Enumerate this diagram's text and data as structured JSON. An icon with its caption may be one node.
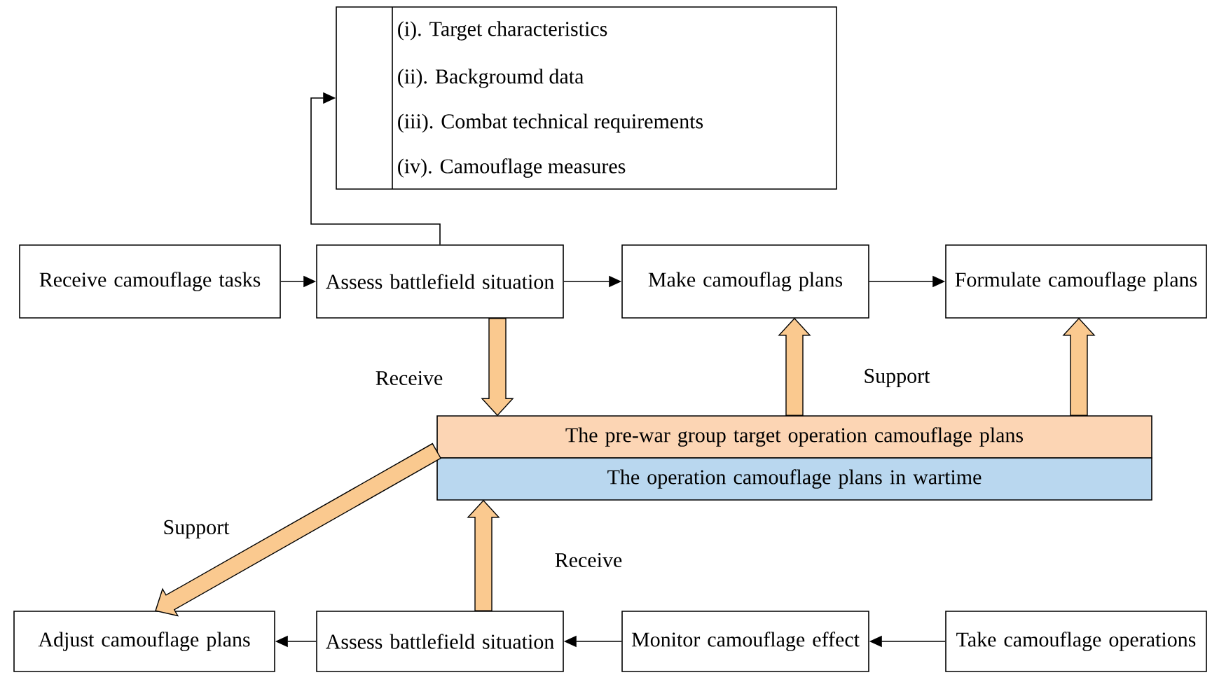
{
  "diagram": {
    "nodes": [
      {
        "text": [
          "(i). Target characteristics",
          "(ii). Backgroumd data",
          "(iii). Combat technical requirements",
          "(iv). Camouflage measures"
        ]
      },
      {
        "text": [
          "Receive camouflage tasks"
        ]
      },
      {
        "text": [
          "Assess battlefield situation"
        ]
      },
      {
        "text": [
          "Make camouflag plans"
        ]
      },
      {
        "text": [
          "Formulate camouflage plans"
        ]
      },
      {
        "text": [
          "The pre-war group target operation camouflage plans"
        ]
      },
      {
        "text": [
          "The operation camouflage plans in wartime"
        ]
      },
      {
        "text": [
          "Adjust camouflage plans"
        ]
      },
      {
        "text": [
          "Assess battlefield situation"
        ]
      },
      {
        "text": [
          "Monitor camouflage effect"
        ]
      },
      {
        "text": [
          "Take camouflage operations"
        ]
      }
    ],
    "edges": [
      {
        "from": 1,
        "to": 2,
        "arrow": "to"
      },
      {
        "from": 2,
        "to": 3,
        "arrow": "to"
      },
      {
        "from": 3,
        "to": 4,
        "arrow": "to"
      },
      {
        "from": 2,
        "to": 0,
        "arrow": "to"
      },
      {
        "from": 2,
        "to": 5,
        "arrow": "to",
        "label": "Receive",
        "style": "thick",
        "color": "#fac98f"
      },
      {
        "from": 5,
        "to": 3,
        "arrow": "to",
        "label": "Support",
        "style": "thick",
        "color": "#fac98f"
      },
      {
        "from": 5,
        "to": 4,
        "arrow": "to",
        "style": "thick",
        "color": "#fac98f"
      },
      {
        "from": 6,
        "to": 7,
        "arrow": "to",
        "label": "Support",
        "style": "thick",
        "color": "#fac98f"
      },
      {
        "from": 8,
        "to": 6,
        "arrow": "to",
        "label": "Receive",
        "style": "thick",
        "color": "#fac98f"
      },
      {
        "from": 8,
        "to": 7,
        "arrow": "to"
      },
      {
        "from": 9,
        "to": 8,
        "arrow": "to"
      },
      {
        "from": 10,
        "to": 9,
        "arrow": "to"
      }
    ]
  }
}
